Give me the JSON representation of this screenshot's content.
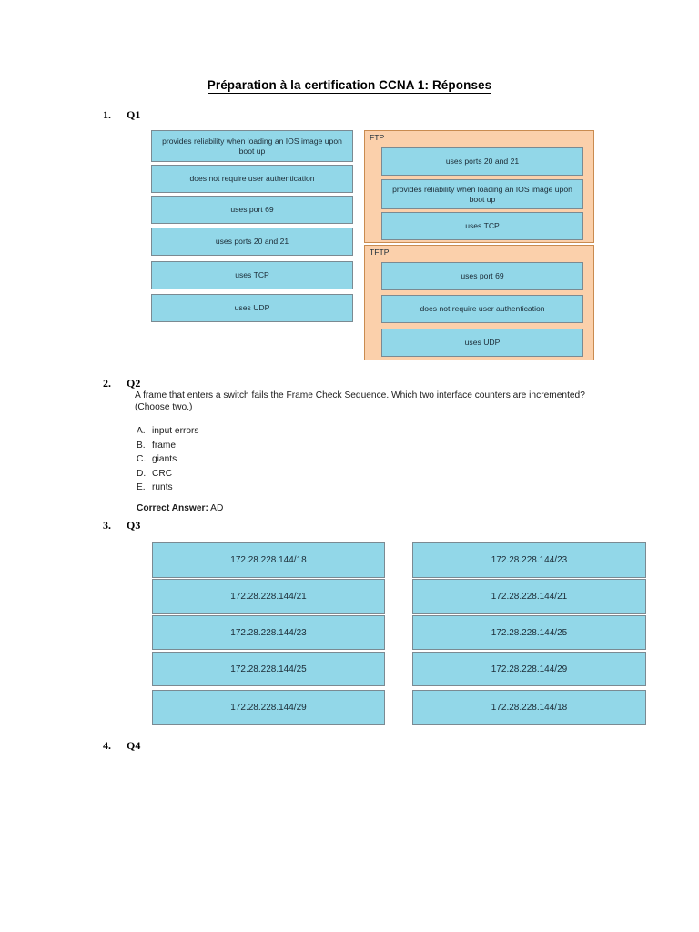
{
  "document": {
    "title": "Préparation à la certification CCNA 1: Réponses"
  },
  "questions": [
    {
      "number": "1.",
      "label": "Q1",
      "type": "drag-and-drop-matching",
      "source_items": [
        "provides reliability when loading an IOS image upon boot up",
        "does not require user authentication",
        "uses port 69",
        "uses ports 20 and 21",
        "uses TCP",
        "uses UDP"
      ],
      "categories": [
        {
          "name": "FTP",
          "items": [
            "uses ports 20 and 21",
            "provides reliability when loading an IOS image upon boot up",
            "uses TCP"
          ]
        },
        {
          "name": "TFTP",
          "items": [
            "uses port 69",
            "does not require user authentication",
            "uses UDP"
          ]
        }
      ]
    },
    {
      "number": "2.",
      "label": "Q2",
      "type": "multiple-choice",
      "prompt_line1": "A frame that enters a switch fails the Frame Check Sequence. Which two interface counters are incremented?",
      "prompt_line2": "(Choose two.)",
      "options": [
        {
          "letter": "A.",
          "text": "input errors"
        },
        {
          "letter": "B.",
          "text": "frame"
        },
        {
          "letter": "C.",
          "text": "giants"
        },
        {
          "letter": "D.",
          "text": "CRC"
        },
        {
          "letter": "E.",
          "text": "runts"
        }
      ],
      "answer_label": "Correct Answer:",
      "answer_value": "AD"
    },
    {
      "number": "3.",
      "label": "Q3",
      "type": "ordering",
      "left_column": [
        "172.28.228.144/18",
        "172.28.228.144/21",
        "172.28.228.144/23",
        "172.28.228.144/25",
        "172.28.228.144/29"
      ],
      "right_column": [
        "172.28.228.144/23",
        "172.28.228.144/21",
        "172.28.228.144/25",
        "172.28.228.144/29",
        "172.28.228.144/18"
      ]
    },
    {
      "number": "4.",
      "label": "Q4",
      "type": "empty"
    }
  ],
  "colors": {
    "option_box_fill": "#92d7e8",
    "option_box_border": "#7b8a92",
    "category_panel_fill": "#fbd0ab",
    "category_panel_border": "#c98b50",
    "text": "#1b2b36"
  }
}
